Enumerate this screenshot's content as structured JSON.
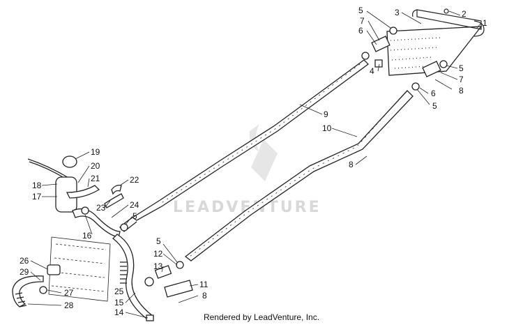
{
  "watermark": {
    "text": "LEADVENTURE"
  },
  "credit": {
    "text": "Rendered by LeadVenture, Inc."
  },
  "callouts": [
    {
      "id": "1",
      "text": "1"
    },
    {
      "id": "2",
      "text": "2"
    },
    {
      "id": "3",
      "text": "3"
    },
    {
      "id": "4",
      "text": "4"
    },
    {
      "id": "5a",
      "text": "5"
    },
    {
      "id": "5b",
      "text": "5"
    },
    {
      "id": "5c",
      "text": "5"
    },
    {
      "id": "5d",
      "text": "5"
    },
    {
      "id": "5e",
      "text": "5"
    },
    {
      "id": "6a",
      "text": "6"
    },
    {
      "id": "6b",
      "text": "6"
    },
    {
      "id": "7a",
      "text": "7"
    },
    {
      "id": "7b",
      "text": "7"
    },
    {
      "id": "8a",
      "text": "8"
    },
    {
      "id": "8b",
      "text": "8"
    },
    {
      "id": "8c",
      "text": "8"
    },
    {
      "id": "9",
      "text": "9"
    },
    {
      "id": "10",
      "text": "10"
    },
    {
      "id": "11",
      "text": "11"
    },
    {
      "id": "12",
      "text": "12"
    },
    {
      "id": "13",
      "text": "13"
    },
    {
      "id": "14",
      "text": "14"
    },
    {
      "id": "15",
      "text": "15"
    },
    {
      "id": "16",
      "text": "16"
    },
    {
      "id": "17",
      "text": "17"
    },
    {
      "id": "18",
      "text": "18"
    },
    {
      "id": "19",
      "text": "19"
    },
    {
      "id": "20",
      "text": "20"
    },
    {
      "id": "21",
      "text": "21"
    },
    {
      "id": "22",
      "text": "22"
    },
    {
      "id": "23",
      "text": "23"
    },
    {
      "id": "24",
      "text": "24"
    },
    {
      "id": "25",
      "text": "25"
    },
    {
      "id": "26",
      "text": "26"
    },
    {
      "id": "27",
      "text": "27"
    },
    {
      "id": "28",
      "text": "28"
    },
    {
      "id": "29",
      "text": "29"
    }
  ]
}
